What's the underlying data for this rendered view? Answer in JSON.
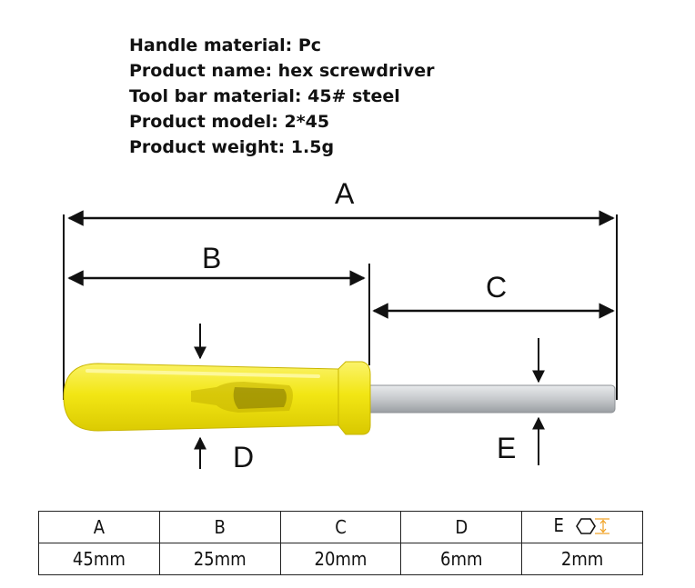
{
  "specs": [
    "Handle material: Pc",
    "Product name: hex screwdriver",
    "Tool bar material: 45# steel",
    "Product model: 2*45",
    "Product weight: 1.5g"
  ],
  "diagram": {
    "labels": {
      "a": "A",
      "b": "B",
      "c": "C",
      "d": "D",
      "e": "E"
    },
    "handle_color": "#f5ea1a",
    "shaft_color": "#c9cccf"
  },
  "table": {
    "headers": [
      "A",
      "B",
      "C",
      "D",
      "E"
    ],
    "values": [
      "45mm",
      "25mm",
      "20mm",
      "6mm",
      "2mm"
    ],
    "icon": "hex-size-icon",
    "icon_color": "#f0a020"
  }
}
